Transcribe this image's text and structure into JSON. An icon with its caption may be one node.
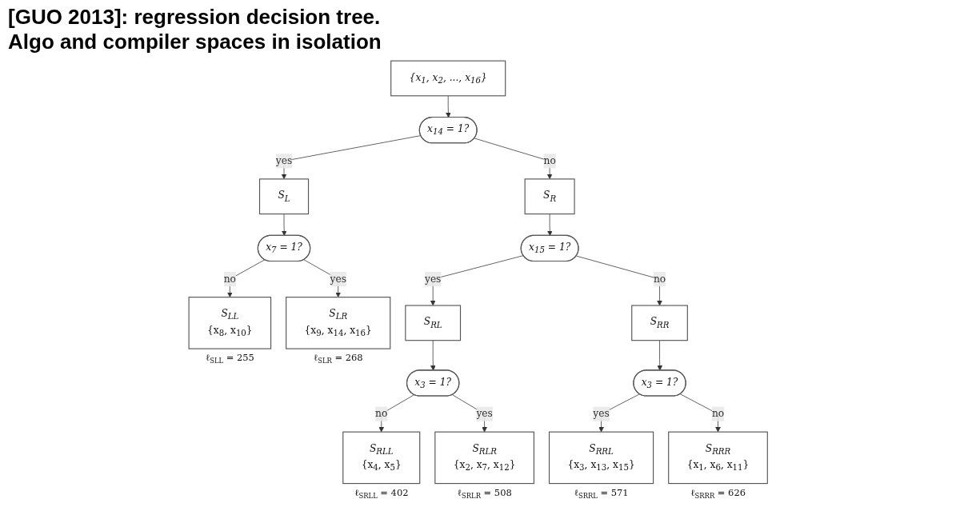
{
  "diagram": {
    "title": "[GUO 2013]: regression decision tree. Algo and compiler spaces in isolation",
    "nodes": [
      {
        "text": [
          "{x$_{1}$, x$_{2}$, ..., x$_{16}$}"
        ]
      },
      {
        "text": [
          "x$_{14}$ = 1?"
        ]
      },
      {
        "text": [
          "S$_{L}$"
        ]
      },
      {
        "text": [
          "S$_{R}$"
        ]
      },
      {
        "text": [
          "x$_{7}$ = 1?"
        ]
      },
      {
        "text": [
          "S$_{LL}$",
          "{x$_{8}$, x$_{10}$}"
        ],
        "beside": [
          "ℓ$_{SLL}$ = 255"
        ]
      },
      {
        "text": [
          "S$_{LR}$",
          "{x$_{9}$, x$_{14}$, x$_{16}$}"
        ],
        "beside": [
          "ℓ$_{SLR}$ = 268"
        ]
      },
      {
        "text": [
          "x$_{15}$ = 1?"
        ]
      },
      {
        "text": [
          "S$_{RL}$"
        ]
      },
      {
        "text": [
          "S$_{RR}$"
        ]
      },
      {
        "text": [
          "x$_{3}$ = 1?"
        ]
      },
      {
        "text": [
          "x$_{3}$ = 1?"
        ]
      },
      {
        "text": [
          "S$_{RLL}$",
          "{x$_{4}$, x$_{5}$}"
        ],
        "beside": [
          "ℓ$_{SRLL}$ = 402"
        ]
      },
      {
        "text": [
          "S$_{RLR}$",
          "{x$_{2}$, x$_{7}$, x$_{12}$}"
        ],
        "beside": [
          "ℓ$_{SRLR}$ = 508"
        ]
      },
      {
        "text": [
          "S$_{RRL}$",
          "{x$_{3}$, x$_{13}$, x$_{15}$}"
        ],
        "beside": [
          "ℓ$_{SRRL}$ = 571"
        ]
      },
      {
        "text": [
          "S$_{RRR}$",
          "{x$_{1}$, x$_{6}$, x$_{11}$}"
        ],
        "beside": [
          "ℓ$_{SRRR}$ = 626"
        ]
      }
    ],
    "edges": [
      {
        "from": 0,
        "to": 1,
        "arrow": "to"
      },
      {
        "from": 1,
        "to": 2,
        "label": "yes",
        "arrow": "to"
      },
      {
        "from": 1,
        "to": 3,
        "label": "no",
        "arrow": "to"
      },
      {
        "from": 2,
        "to": 4,
        "arrow": "to"
      },
      {
        "from": 4,
        "to": 5,
        "label": "no",
        "arrow": "to"
      },
      {
        "from": 4,
        "to": 6,
        "label": "yes",
        "arrow": "to"
      },
      {
        "from": 3,
        "to": 7,
        "arrow": "to"
      },
      {
        "from": 7,
        "to": 8,
        "label": "yes",
        "arrow": "to"
      },
      {
        "from": 7,
        "to": 9,
        "label": "no",
        "arrow": "to"
      },
      {
        "from": 8,
        "to": 10,
        "arrow": "to"
      },
      {
        "from": 10,
        "to": 12,
        "label": "no",
        "arrow": "to"
      },
      {
        "from": 10,
        "to": 13,
        "label": "yes",
        "arrow": "to"
      },
      {
        "from": 9,
        "to": 11,
        "arrow": "to"
      },
      {
        "from": 11,
        "to": 14,
        "label": "yes",
        "arrow": "to"
      },
      {
        "from": 11,
        "to": 15,
        "label": "no",
        "arrow": "to"
      }
    ]
  }
}
